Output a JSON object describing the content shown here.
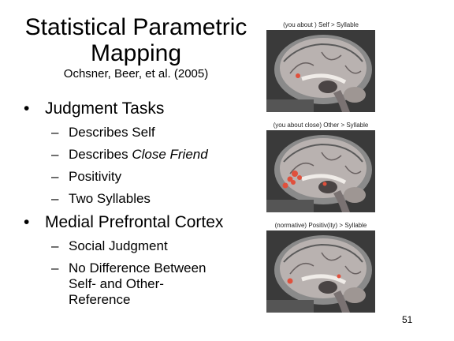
{
  "title": "Statistical Parametric Mapping",
  "subtitle": "Ochsner, Beer, et al. (2005)",
  "bullets": [
    {
      "text": "Judgment Tasks",
      "subitems": [
        "Describes Self",
        "Describes ",
        "Positivity",
        "Two Syllables"
      ],
      "italic_suffix": "Close Friend"
    },
    {
      "text": "Medial Prefrontal Cortex",
      "subitems": [
        "Social Judgment",
        "No Difference Between Self- and Other-Reference"
      ]
    }
  ],
  "panels": [
    {
      "caption": "(you about ) Self > Syllable",
      "image": "brain-mri-sagittal-icon"
    },
    {
      "caption": "(you about close) Other > Syllable",
      "image": "brain-mri-sagittal-icon"
    },
    {
      "caption": "(normative) Positiv(ity) > Syllable",
      "image": "brain-mri-sagittal-icon"
    }
  ],
  "page_number": "51",
  "colors": {
    "background": "#ffffff",
    "text": "#000000",
    "activation": "#e0503c"
  }
}
